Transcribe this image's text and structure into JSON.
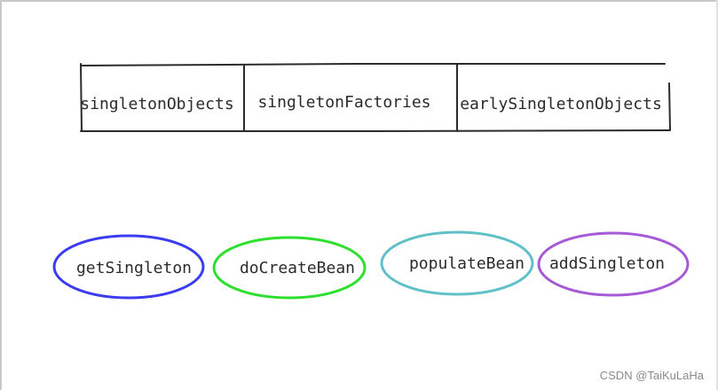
{
  "table": {
    "cells": [
      {
        "label": "singletonObjects"
      },
      {
        "label": "singletonFactories"
      },
      {
        "label": "earlySingletonObjects"
      }
    ]
  },
  "methods": [
    {
      "label": "getSingleton",
      "color": "#3b3bf0"
    },
    {
      "label": "doCreateBean",
      "color": "#2ee02e"
    },
    {
      "label": "populateBean",
      "color": "#5fc0c8"
    },
    {
      "label": "addSingleton",
      "color": "#a75ad6"
    }
  ],
  "watermark": "CSDN @TaiKuLaHa"
}
